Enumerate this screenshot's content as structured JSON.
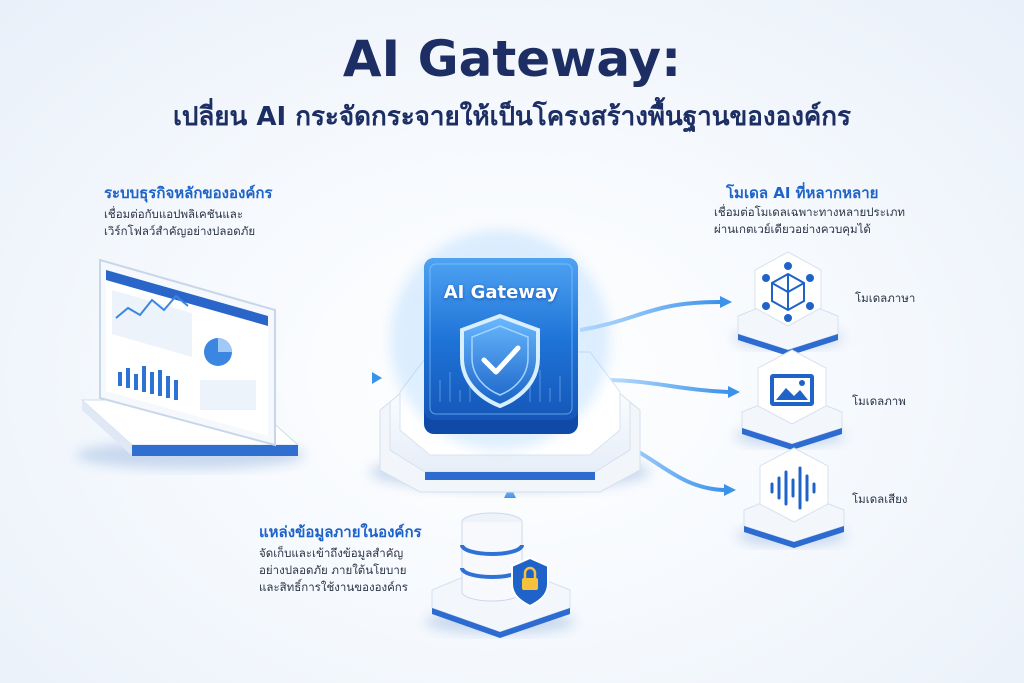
{
  "title": "AI Gateway:",
  "subtitle": "เปลี่ยน AI กระจัดกระจายให้เป็นโครงสร้างพื้นฐานขององค์กร",
  "gateway": {
    "label": "AI Gateway",
    "icon": "shield-check-icon"
  },
  "left_block": {
    "heading": "ระบบธุรกิจหลักขององค์กร",
    "lines": [
      "เชื่อมต่อกับแอปพลิเคชันและ",
      "เวิร์กโฟลว์สำคัญอย่างปลอดภัย"
    ],
    "icon": "dashboard-laptop-icon"
  },
  "right_block": {
    "heading": "โมเดล AI ที่หลากหลาย",
    "lines": [
      "เชื่อมต่อโมเดลเฉพาะทางหลายประเภท",
      "ผ่านเกตเวย์เดียวอย่างควบคุมได้"
    ]
  },
  "models": [
    {
      "label": "โมเดลภาษา",
      "icon": "network-cube-icon"
    },
    {
      "label": "โมเดลภาพ",
      "icon": "image-icon"
    },
    {
      "label": "โมเดลเสียง",
      "icon": "audio-wave-icon"
    }
  ],
  "bottom_block": {
    "heading": "แหล่งข้อมูลภายในองค์กร",
    "lines": [
      "จัดเก็บและเข้าถึงข้อมูลสำคัญ",
      "อย่างปลอดภัย ภายใต้นโยบาย",
      "และสิทธิ์การใช้งานขององค์กร"
    ],
    "icon": "database-lock-icon"
  },
  "colors": {
    "primary": "#1e63c8",
    "title": "#1c2e63",
    "glow": "#5aa9f0"
  }
}
